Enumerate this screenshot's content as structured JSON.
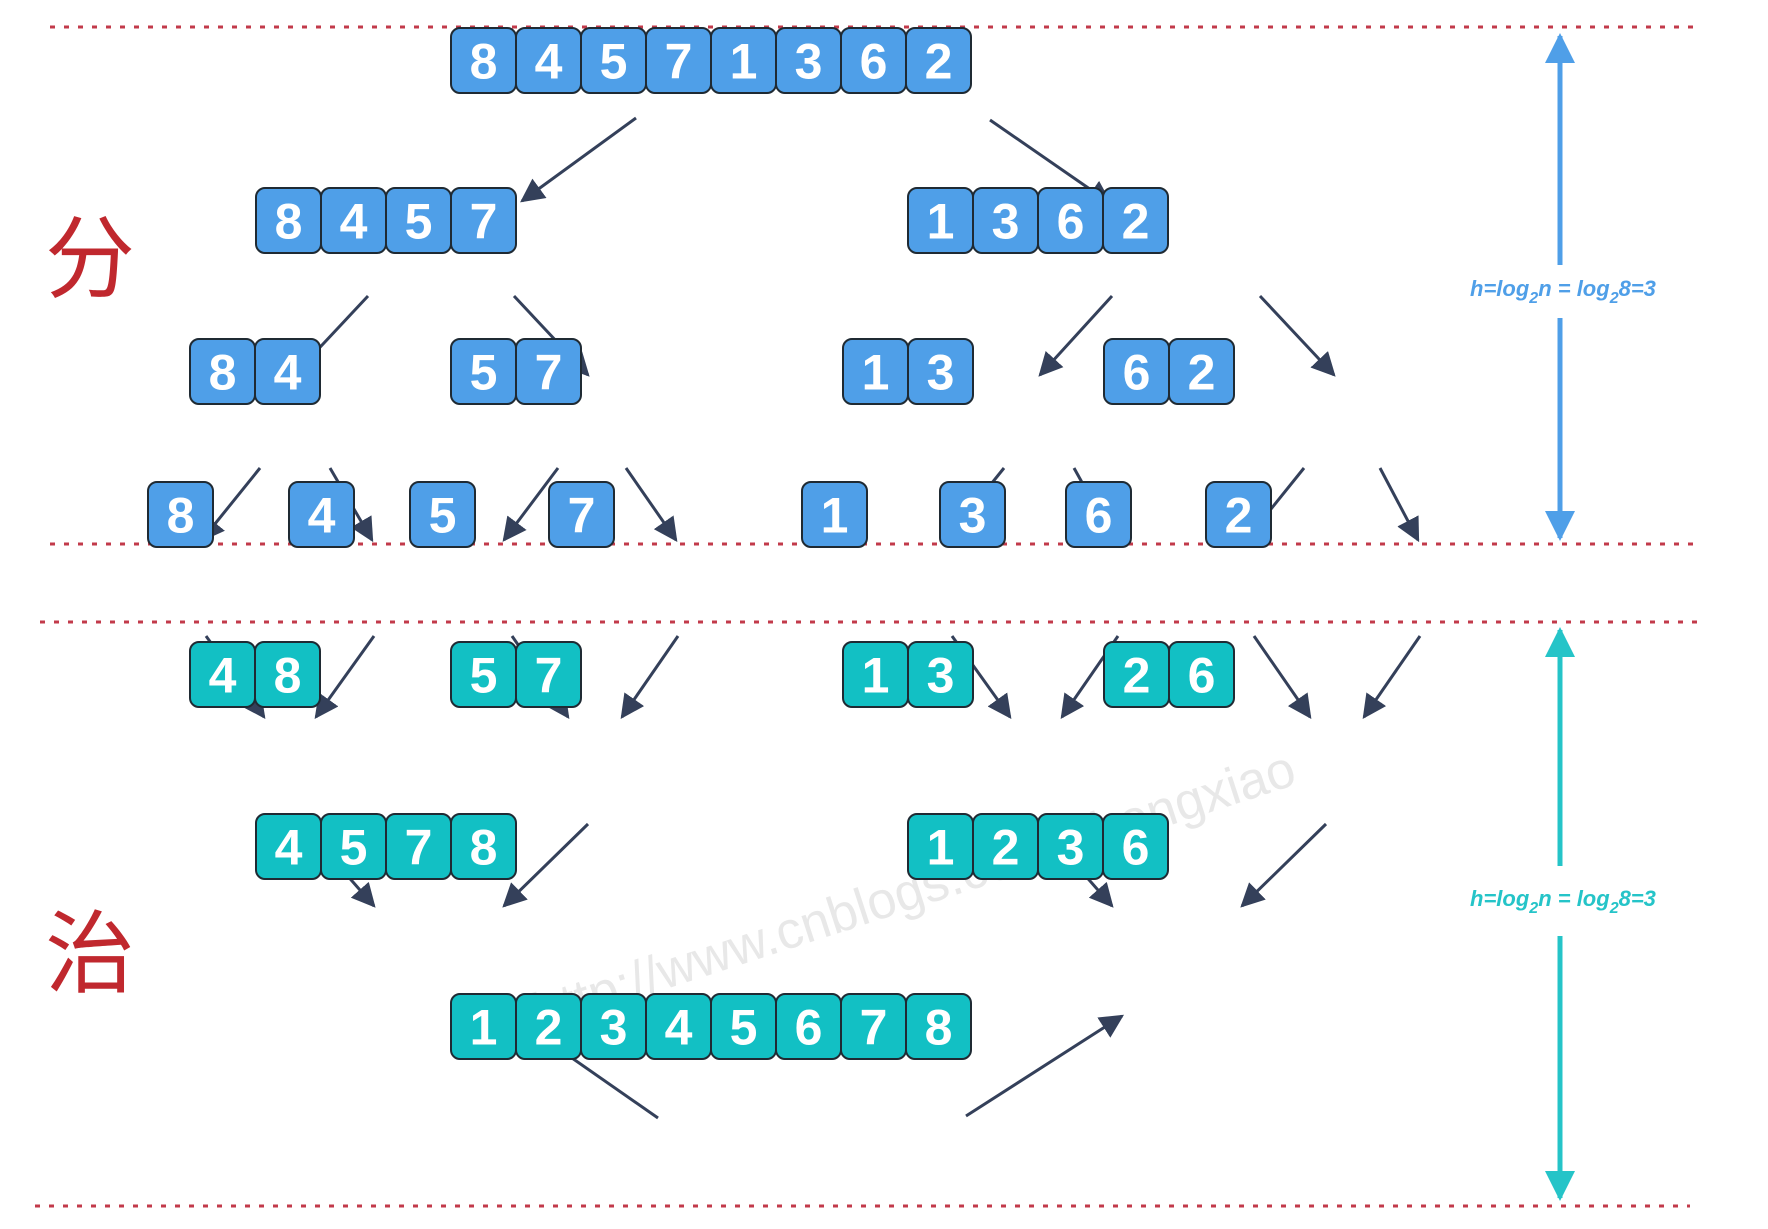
{
  "colors": {
    "divide_fill": "#4f9fe8",
    "conquer_fill": "#12c0c4",
    "cell_stroke": "#1f2a33",
    "arrow": "#34405a",
    "dotted_line": "#c23a4a",
    "label_color": "#c0282e",
    "divide_measure": "#4f9fe8",
    "conquer_measure": "#25c4c8"
  },
  "labels": {
    "divide": "分",
    "conquer": "治"
  },
  "formula": {
    "divide": {
      "h": "h=log",
      "sub1": "2",
      "mid": "n = log",
      "sub2": "2",
      "tail": "8=3"
    },
    "conquer": {
      "h": "h=log",
      "sub1": "2",
      "mid": "n = log",
      "sub2": "2",
      "tail": "8=3"
    }
  },
  "watermark": "http://www.cnblogs.com/chengxiao",
  "levels": [
    {
      "phase": "divide",
      "groups": [
        [
          "8",
          "4",
          "5",
          "7",
          "1",
          "3",
          "6",
          "2"
        ]
      ]
    },
    {
      "phase": "divide",
      "groups": [
        [
          "8",
          "4",
          "5",
          "7"
        ],
        [
          "1",
          "3",
          "6",
          "2"
        ]
      ]
    },
    {
      "phase": "divide",
      "groups": [
        [
          "8",
          "4"
        ],
        [
          "5",
          "7"
        ],
        [
          "1",
          "3"
        ],
        [
          "6",
          "2"
        ]
      ]
    },
    {
      "phase": "divide",
      "groups": [
        [
          "8"
        ],
        [
          "4"
        ],
        [
          "5"
        ],
        [
          "7"
        ],
        [
          "1"
        ],
        [
          "3"
        ],
        [
          "6"
        ],
        [
          "2"
        ]
      ]
    },
    {
      "phase": "conquer",
      "groups": [
        [
          "4",
          "8"
        ],
        [
          "5",
          "7"
        ],
        [
          "1",
          "3"
        ],
        [
          "2",
          "6"
        ]
      ]
    },
    {
      "phase": "conquer",
      "groups": [
        [
          "4",
          "5",
          "7",
          "8"
        ],
        [
          "1",
          "2",
          "3",
          "6"
        ]
      ]
    },
    {
      "phase": "conquer",
      "groups": [
        [
          "1",
          "2",
          "3",
          "4",
          "5",
          "6",
          "7",
          "8"
        ]
      ]
    }
  ]
}
